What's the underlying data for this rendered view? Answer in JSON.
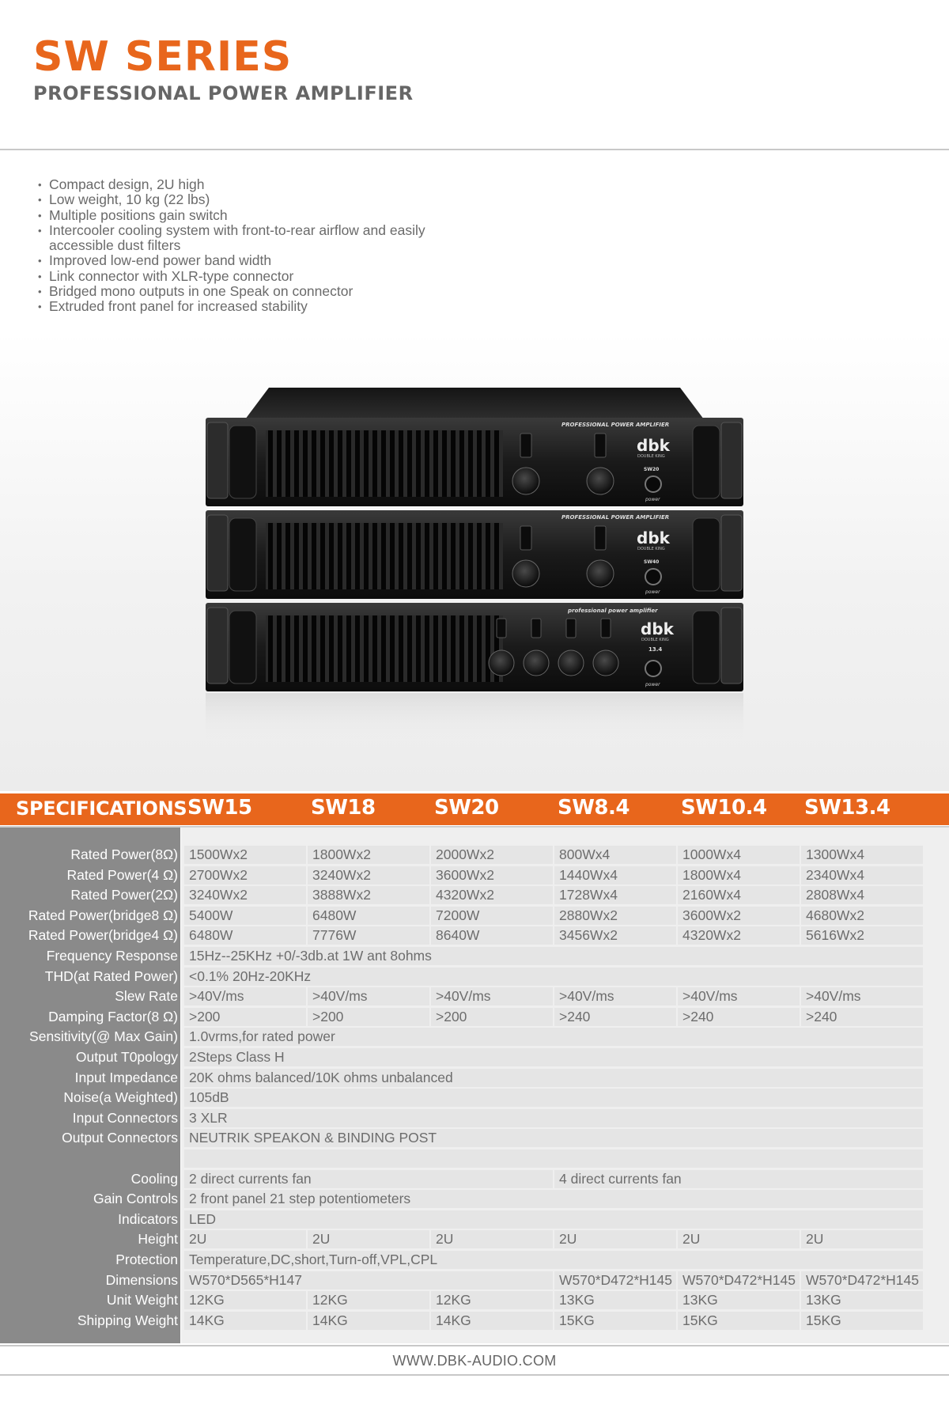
{
  "header": {
    "title": "SW SERIES",
    "subtitle": "PROFESSIONAL POWER AMPLIFIER"
  },
  "features": [
    "Compact design, 2U high",
    "Low weight, 10 kg (22 lbs)",
    "Multiple positions gain switch",
    "Intercooler cooling system with front-to-rear airflow and easily",
    "accessible dust filters",
    "Improved low-end power band width",
    "Link connector with XLR-type connector",
    "Bridged mono outputs in one Speak on connector",
    "Extruded front panel for increased stability"
  ],
  "product": {
    "panel_text_1": "PROFESSIONAL POWER AMPLIFIER",
    "panel_text_3": "professional power amplifier",
    "brand": "dbk",
    "brand_sub": "DOUBLE KING",
    "unit1_model": "SW20",
    "unit2_model": "SW40",
    "unit3_model": "13.4",
    "power_label": "power"
  },
  "specs": {
    "title": "SPECIFICATIONS",
    "models": [
      "SW15",
      "SW18",
      "SW20",
      "SW8.4",
      "SW10.4",
      "SW13.4"
    ],
    "rows": [
      {
        "label": "Rated Power(8Ω)",
        "cells": [
          [
            "1500Wx2",
            1
          ],
          [
            "1800Wx2",
            1
          ],
          [
            "2000Wx2",
            1
          ],
          [
            "800Wx4",
            1
          ],
          [
            "1000Wx4",
            1
          ],
          [
            "1300Wx4",
            1
          ]
        ]
      },
      {
        "label": "Rated Power(4 Ω)",
        "cells": [
          [
            "2700Wx2",
            1
          ],
          [
            "3240Wx2",
            1
          ],
          [
            "3600Wx2",
            1
          ],
          [
            "1440Wx4",
            1
          ],
          [
            "1800Wx4",
            1
          ],
          [
            "2340Wx4",
            1
          ]
        ]
      },
      {
        "label": "Rated Power(2Ω)",
        "cells": [
          [
            "3240Wx2",
            1
          ],
          [
            "3888Wx2",
            1
          ],
          [
            "4320Wx2",
            1
          ],
          [
            "1728Wx4",
            1
          ],
          [
            "2160Wx4",
            1
          ],
          [
            "2808Wx4",
            1
          ]
        ]
      },
      {
        "label": "Rated Power(bridge8 Ω)",
        "cells": [
          [
            "5400W",
            1
          ],
          [
            "6480W",
            1
          ],
          [
            "7200W",
            1
          ],
          [
            "2880Wx2",
            1
          ],
          [
            "3600Wx2",
            1
          ],
          [
            "4680Wx2",
            1
          ]
        ]
      },
      {
        "label": "Rated Power(bridge4 Ω)",
        "cells": [
          [
            "6480W",
            1
          ],
          [
            "7776W",
            1
          ],
          [
            "8640W",
            1
          ],
          [
            "3456Wx2",
            1
          ],
          [
            "4320Wx2",
            1
          ],
          [
            "5616Wx2",
            1
          ]
        ]
      },
      {
        "label": "Frequency Response",
        "cells": [
          [
            "15Hz--25KHz        +0/-3db.at  1W  ant  8ohms",
            6
          ]
        ]
      },
      {
        "label": "THD(at Rated Power)",
        "cells": [
          [
            "<0.1% 20Hz-20KHz",
            6
          ]
        ]
      },
      {
        "label": "Slew Rate",
        "cells": [
          [
            ">40V/ms",
            1
          ],
          [
            ">40V/ms",
            1
          ],
          [
            ">40V/ms",
            1
          ],
          [
            ">40V/ms",
            1
          ],
          [
            ">40V/ms",
            1
          ],
          [
            ">40V/ms",
            1
          ]
        ]
      },
      {
        "label": "Damping Factor(8 Ω)",
        "cells": [
          [
            ">200",
            1
          ],
          [
            ">200",
            1
          ],
          [
            ">200",
            1
          ],
          [
            ">240",
            1
          ],
          [
            ">240",
            1
          ],
          [
            ">240",
            1
          ]
        ]
      },
      {
        "label": "Sensitivity(@ Max Gain)",
        "cells": [
          [
            "1.0vrms,for rated power",
            6
          ]
        ]
      },
      {
        "label": "Output T0pology",
        "cells": [
          [
            "2Steps Class H",
            6
          ]
        ]
      },
      {
        "label": "Input Impedance",
        "cells": [
          [
            "20K  ohms balanced/10K  ohms unbalanced",
            6
          ]
        ]
      },
      {
        "label": "Noise(a Weighted)",
        "cells": [
          [
            "105dB",
            6
          ]
        ]
      },
      {
        "label": "Input Connectors",
        "cells": [
          [
            "3  XLR",
            6
          ]
        ]
      },
      {
        "label": "Output Connectors",
        "cells": [
          [
            "NEUTRIK SPEAKON & BINDING POST",
            6
          ]
        ]
      },
      {
        "label": "",
        "cells": [
          [
            "",
            6
          ]
        ]
      },
      {
        "label": "Cooling",
        "cells": [
          [
            "2 direct currents fan",
            3
          ],
          [
            "4 direct currents fan",
            3
          ]
        ]
      },
      {
        "label": "Gain Controls",
        "cells": [
          [
            "2 front panel 21 step potentiometers",
            6
          ]
        ]
      },
      {
        "label": "Indicators",
        "cells": [
          [
            "LED",
            6
          ]
        ]
      },
      {
        "label": "Height",
        "cells": [
          [
            "2U",
            1
          ],
          [
            "2U",
            1
          ],
          [
            "2U",
            1
          ],
          [
            "2U",
            1
          ],
          [
            "2U",
            1
          ],
          [
            "2U",
            1
          ]
        ]
      },
      {
        "label": "Protection",
        "cells": [
          [
            "Temperature,DC,short,Turn-off,VPL,CPL",
            6
          ]
        ]
      },
      {
        "label": "Dimensions",
        "cells": [
          [
            "W570*D565*H147",
            3
          ],
          [
            "W570*D472*H145",
            1
          ],
          [
            "W570*D472*H145",
            1
          ],
          [
            "W570*D472*H145",
            1
          ]
        ]
      },
      {
        "label": "Unit Weight",
        "cells": [
          [
            "12KG",
            1
          ],
          [
            "12KG",
            1
          ],
          [
            "12KG",
            1
          ],
          [
            "13KG",
            1
          ],
          [
            "13KG",
            1
          ],
          [
            "13KG",
            1
          ]
        ]
      },
      {
        "label": "Shipping Weight",
        "cells": [
          [
            "14KG",
            1
          ],
          [
            "14KG",
            1
          ],
          [
            "14KG",
            1
          ],
          [
            "15KG",
            1
          ],
          [
            "15KG",
            1
          ],
          [
            "15KG",
            1
          ]
        ]
      }
    ]
  },
  "footer": {
    "url": "WWW.DBK-AUDIO.COM"
  }
}
